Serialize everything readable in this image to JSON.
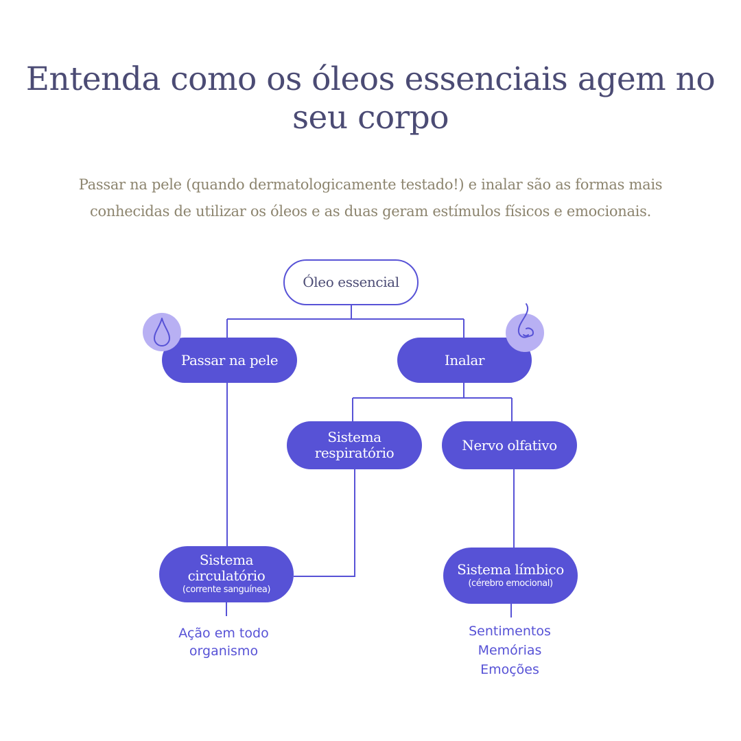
{
  "header": {
    "title_line1": "Entenda como os óleos essenciais agem no",
    "title_line2": "seu corpo",
    "subtitle_line1": "Passar na pele (quando dermatologicamente testado!) e inalar são as formas mais",
    "subtitle_line2": "conhecidas de utilizar os óleos e as duas geram estímulos físicos e emocionais."
  },
  "diagram": {
    "root": "Óleo essencial",
    "skin": "Passar na pele",
    "inhale": "Inalar",
    "respiratory_line1": "Sistema",
    "respiratory_line2": "respiratório",
    "olfactory": "Nervo olfativo",
    "circulatory_line1": "Sistema",
    "circulatory_line2": "circulatório",
    "circulatory_note": "(corrente sanguínea)",
    "limbic": "Sistema límbico",
    "limbic_note": "(cérebro emocional)",
    "outcome_left": [
      "Ação em todo",
      "organismo"
    ],
    "outcome_right": [
      "Sentimentos",
      "Memórias",
      "Emoções"
    ],
    "icons": {
      "skin": "drop-icon",
      "inhale": "nose-icon"
    }
  },
  "colors": {
    "accent": "#5752d6",
    "icon_circle": "#b8b0f3",
    "title": "#4b4b74",
    "subtitle": "#8c846e"
  }
}
